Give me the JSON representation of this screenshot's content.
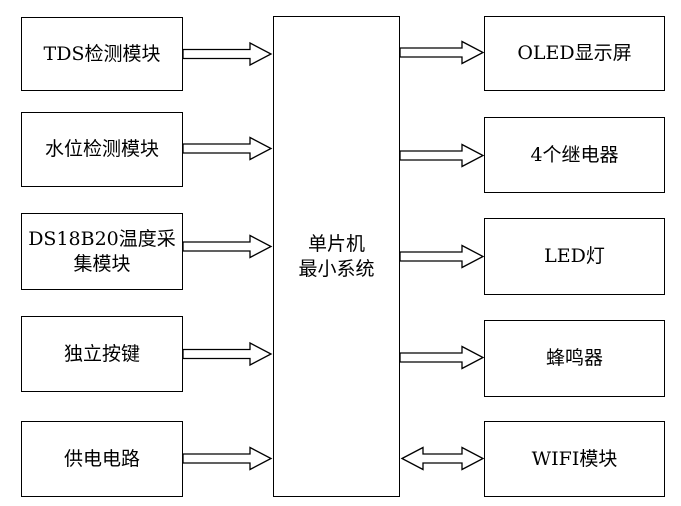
{
  "inputs": [
    {
      "id": "tds",
      "label": "TDS检测模块"
    },
    {
      "id": "water-level",
      "label": "水位检测模块"
    },
    {
      "id": "ds18b20",
      "label": "DS18B20温度采\n集模块"
    },
    {
      "id": "button",
      "label": "独立按键"
    },
    {
      "id": "power",
      "label": "供电电路"
    }
  ],
  "center": {
    "label": "单片机\n最小系统"
  },
  "outputs": [
    {
      "id": "oled",
      "label": "OLED显示屏"
    },
    {
      "id": "relay",
      "label": "4个继电器"
    },
    {
      "id": "led",
      "label": "LED灯"
    },
    {
      "id": "buzzer",
      "label": "蜂鸣器"
    },
    {
      "id": "wifi",
      "label": "WIFI模块"
    }
  ],
  "connections": [
    {
      "from": "tds",
      "to": "mcu",
      "direction": "right"
    },
    {
      "from": "water-level",
      "to": "mcu",
      "direction": "right"
    },
    {
      "from": "ds18b20",
      "to": "mcu",
      "direction": "right"
    },
    {
      "from": "button",
      "to": "mcu",
      "direction": "right"
    },
    {
      "from": "power",
      "to": "mcu",
      "direction": "right"
    },
    {
      "from": "mcu",
      "to": "oled",
      "direction": "right"
    },
    {
      "from": "mcu",
      "to": "relay",
      "direction": "right"
    },
    {
      "from": "mcu",
      "to": "led",
      "direction": "right"
    },
    {
      "from": "mcu",
      "to": "buzzer",
      "direction": "right"
    },
    {
      "from": "mcu",
      "to": "wifi",
      "direction": "both"
    }
  ]
}
